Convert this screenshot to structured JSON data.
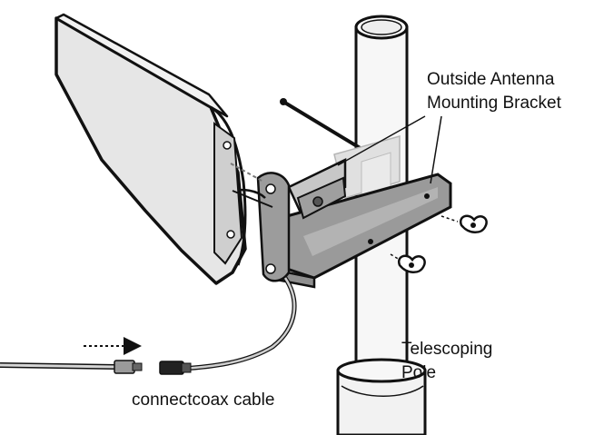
{
  "labels": {
    "bracket_line1": "Outside Antenna",
    "bracket_line2": "Mounting Bracket",
    "pole_line1": "Telescoping",
    "pole_line2": "Pole",
    "cable": "connectcoax cable"
  },
  "colors": {
    "line": "#111111",
    "antenna_fill": "#e6e6e6",
    "antenna_shadow": "#cfcfcf",
    "bracket_fill": "#9a9a9a",
    "bracket_light": "#c7c7c7",
    "ghost": "#e0e0e0",
    "pole_fill": "#f7f7f7"
  },
  "icons": [
    "arrow-right-icon",
    "wing-nut-icon"
  ]
}
